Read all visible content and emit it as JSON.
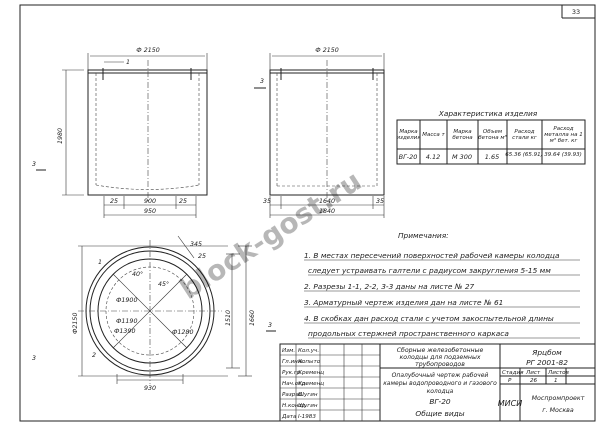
{
  "sheet": {
    "number": "33"
  },
  "section_left": {
    "width_top": "Ф 2150",
    "label_fill": "1",
    "height": "1980",
    "dim_25a": "25",
    "dim_900": "900",
    "dim_25b": "25",
    "dim_950": "950",
    "side_mark": "3"
  },
  "section_right": {
    "width_top": "Ф 2150",
    "dim_35a": "35",
    "dim_1640": "1640",
    "dim_35b": "35",
    "dim_1840": "1840",
    "side_mark": "3"
  },
  "plan": {
    "dia_left": "Ф2150",
    "label_1": "1",
    "label_2": "2",
    "dim_345": "345",
    "dim_25": "25",
    "dim_1510": "1510",
    "dim_1660": "1660",
    "dim_930": "930",
    "angle_40": "40°",
    "angle_45": "45°",
    "r_1900": "Ф1900",
    "r_1190": "Ф1190",
    "r_1390": "Ф1390",
    "r_1280": "Ф1280",
    "mark_3a": "3",
    "mark_3b": "3"
  },
  "specs": {
    "title": "Характеристика изделия",
    "headers": [
      "Марка изделия",
      "Масса т",
      "Марка бетона",
      "Объем бетона м³",
      "Расход стали кг",
      "Расход металла на 1 м³ бет. кг"
    ],
    "values": [
      "ВГ-20",
      "4.12",
      "М 300",
      "1.65",
      "65.36 (65.91)",
      "39.64 (39.93)"
    ]
  },
  "notes": {
    "title": "Примечания:",
    "n1": "1. В местах пересечений поверхностей рабочей камеры колодца",
    "n1b": "следует устраивать галтели с радиусом закругления 5-15 мм",
    "n2": "2. Разрезы 1-1, 2-2, 3-3 даны на листе № 27",
    "n3": "3. Арматурный чертеж изделия дан на листе № 61",
    "n4": "4. В скобках дан расход стали с учетом закоспытельной длины",
    "n4b": "продольных стержней пространственного каркаса"
  },
  "title_block": {
    "project": "Ярцбом",
    "code": "РГ 2001-82",
    "desc1": "Сборные железобетонные",
    "desc2": "колодцы для подземных",
    "desc3": "трубопроводов",
    "part1": "Опалубочный чертеж рабочей",
    "part2": "камеры водопроводного и газового",
    "part3": "колодца",
    "mark": "ВГ-20",
    "part4": "Общие виды",
    "org": "МИСИ",
    "org2": "Моспромпроект",
    "city": "г. Москва",
    "col_stage": "Стадия",
    "col_sheet": "Лист",
    "col_sheets": "Листов",
    "v_stage": "Р",
    "v_sheet": "26",
    "v_sheets": "1",
    "roles": [
      "Изм.",
      "Гл.инж.",
      "Рук.гр.",
      "Нач.отд.",
      "Разраб.",
      "Н.контр.",
      "Дата"
    ],
    "names": [
      "Кол.уч.",
      "Копыто",
      "Кременц",
      "Кременц",
      "Шугин",
      "Шугин",
      "I-1983"
    ]
  },
  "watermark": "block-gost.ru"
}
